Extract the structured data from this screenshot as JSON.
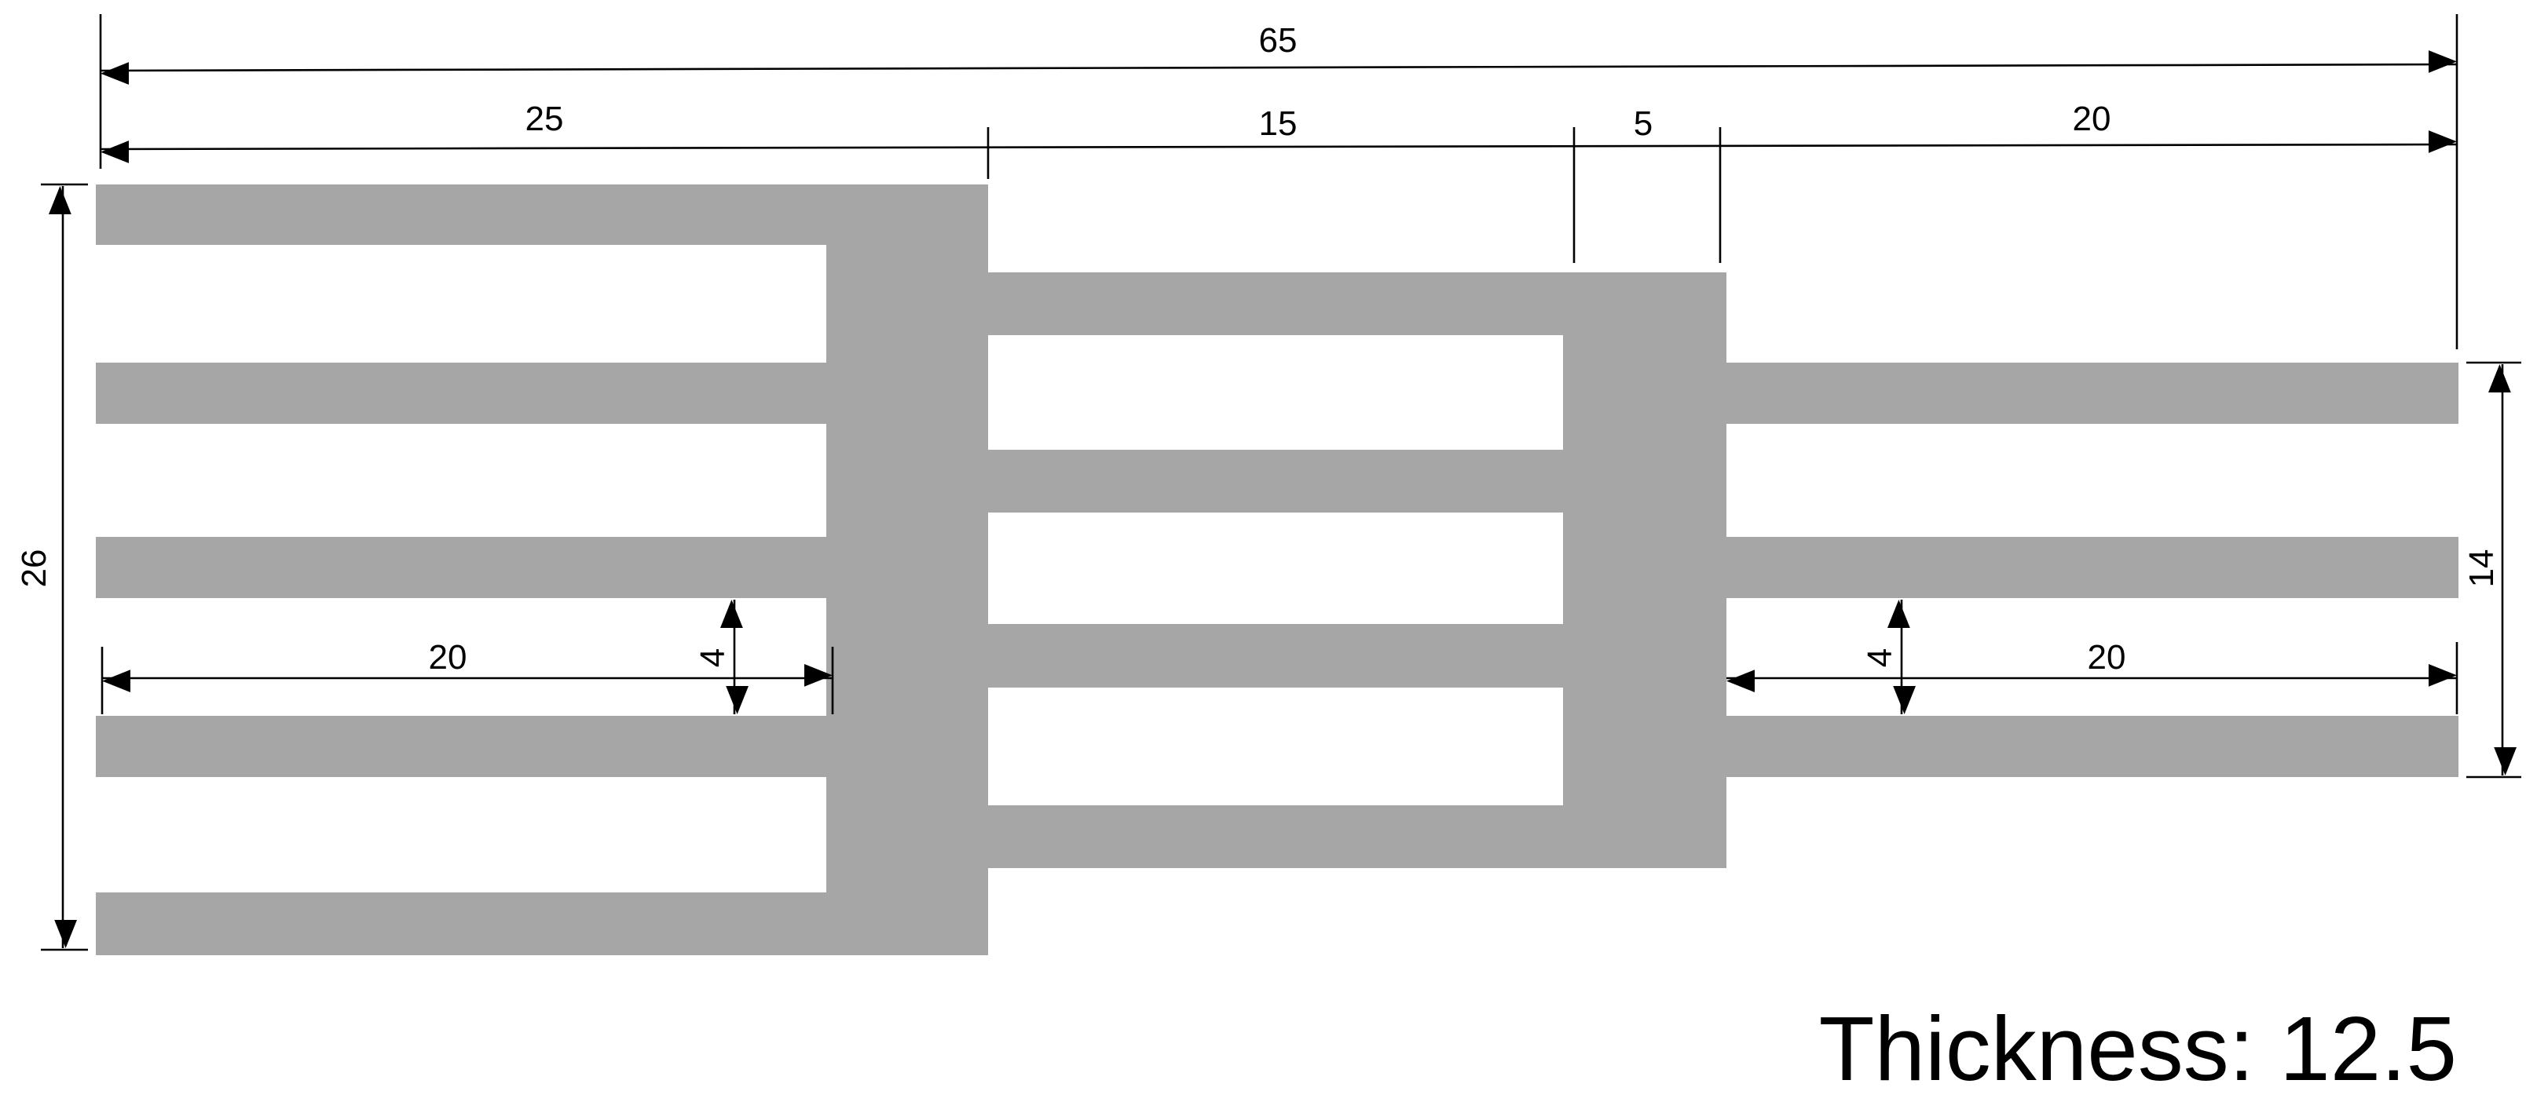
{
  "colors": {
    "shape_fill": "#a6a6a6",
    "line_color": "#000000",
    "background": "#ffffff"
  },
  "dimensions": {
    "overall_width": "65",
    "left_section": "25",
    "middle_section": "15",
    "middle_connector": "5",
    "right_section": "20",
    "overall_height": "26",
    "right_height": "14",
    "left_arm_length": "20",
    "left_gap": "4",
    "right_gap": "4",
    "right_arm_length": "20"
  },
  "thickness_label": "Thickness: 12.5"
}
